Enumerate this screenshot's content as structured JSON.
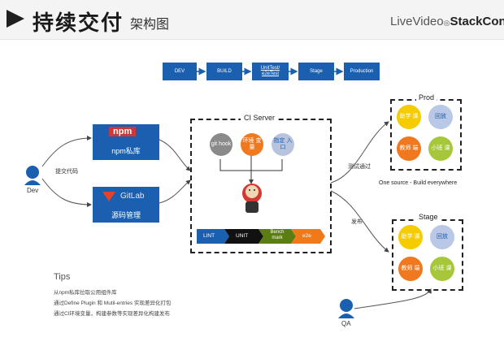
{
  "header": {
    "title": "持续交付",
    "subtitle": "架构图",
    "logo_prefix": "LiveVideo",
    "logo_suffix": "StackCon"
  },
  "pipeline": [
    {
      "label": "DEV"
    },
    {
      "label": "BUILD"
    },
    {
      "label": "UnitTest/ e2eTest"
    },
    {
      "label": "Stage"
    },
    {
      "label": "Production"
    }
  ],
  "dev": {
    "label": "Dev",
    "commit_label": "提交代码"
  },
  "npm": {
    "logo": "npm",
    "label": "npm私库"
  },
  "gitlab": {
    "logo": "GitLab",
    "label": "源码管理"
  },
  "ci_server": {
    "title": "CI Server",
    "circles": [
      {
        "label": "git hook",
        "color": "#8a8a8a"
      },
      {
        "label": "环境 变量",
        "color": "#f0781e"
      },
      {
        "label": "指定 入口",
        "color": "#b8c4dd"
      }
    ],
    "stages": [
      {
        "label": "LINT",
        "color": "#1a5fb0"
      },
      {
        "label": "UNIT",
        "color": "#111111"
      },
      {
        "label": "Bench mark",
        "color": "#5b7d12"
      },
      {
        "label": "e2e",
        "color": "#f07a1a"
      }
    ]
  },
  "prod": {
    "title": "Prod",
    "edge_label": "测试通过",
    "note": "One source - Build everywhere",
    "cells": [
      {
        "label": "助学 课",
        "color": "#f5cc00"
      },
      {
        "label": "回放",
        "color": "#b9c8e6"
      },
      {
        "label": "教师 端",
        "color": "#f0781e"
      },
      {
        "label": "小班 课",
        "color": "#a6c73a"
      }
    ]
  },
  "stage": {
    "title": "Stage",
    "edge_label": "发布",
    "cells": [
      {
        "label": "助学 课",
        "color": "#f5cc00"
      },
      {
        "label": "回放",
        "color": "#b9c8e6"
      },
      {
        "label": "教师 端",
        "color": "#f0781e"
      },
      {
        "label": "小班 课",
        "color": "#a6c73a"
      }
    ]
  },
  "qa": {
    "label": "QA"
  },
  "tips": {
    "title": "Tips",
    "lines": [
      "从npm私库拉取公用组件库",
      "通过Define Plugin 和 Mutil-entries 实现差异化打包",
      "通过CI环境变量，构建参数等实现差异化构建发布"
    ]
  }
}
